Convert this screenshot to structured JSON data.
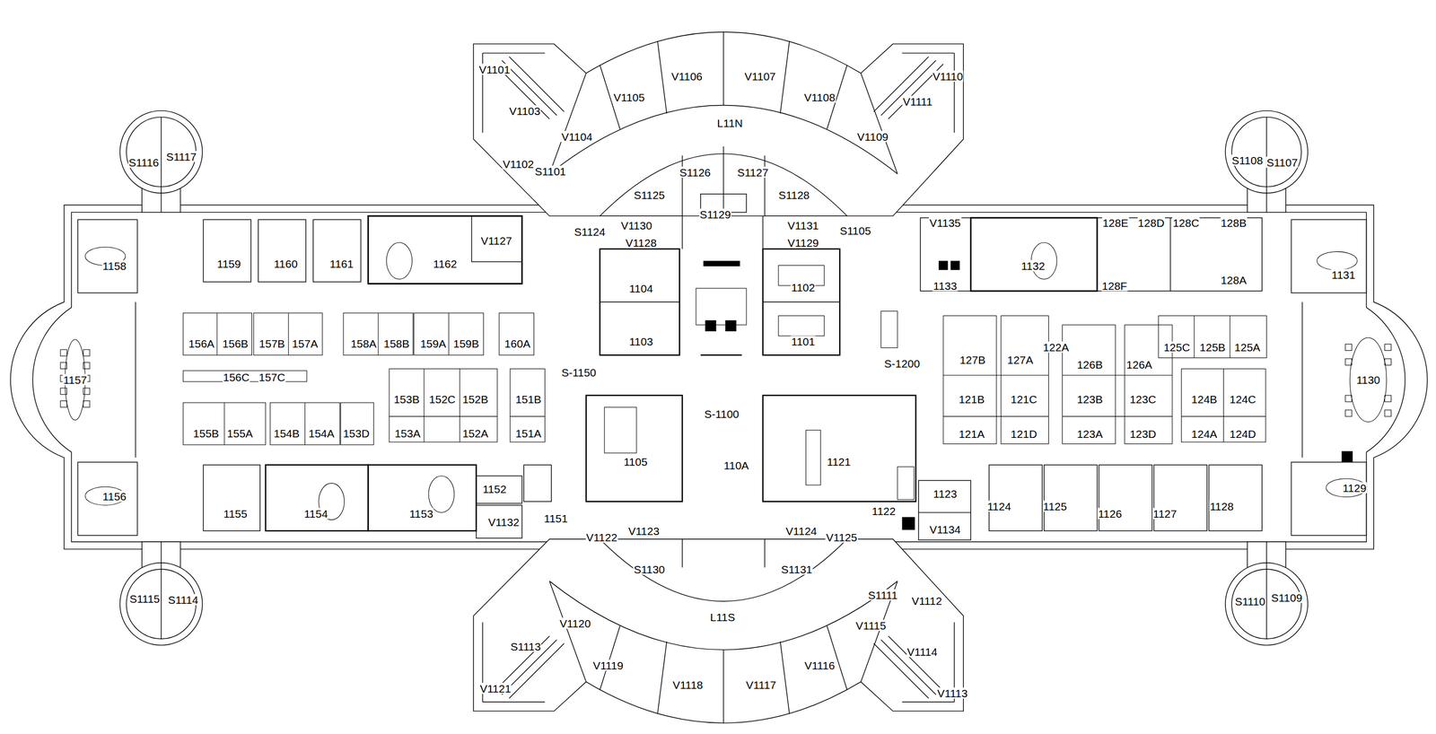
{
  "diagram": {
    "labels": [
      "V1101",
      "V1103",
      "V1102",
      "S1101",
      "V1104",
      "V1105",
      "V1106",
      "V1107",
      "V1108",
      "V1109",
      "V1110",
      "V1111",
      "L11N",
      "S1126",
      "S1127",
      "S1125",
      "S1128",
      "S1129",
      "S1124",
      "V1130",
      "V1128",
      "V1131",
      "V1129",
      "S1105",
      "S1116",
      "S1117",
      "1158",
      "1159",
      "1160",
      "1161",
      "1162",
      "V1127",
      "1157",
      "156A",
      "156B",
      "157B",
      "157A",
      "158A",
      "158B",
      "159A",
      "159B",
      "160A",
      "156C",
      "157C",
      "153B",
      "152C",
      "152B",
      "151B",
      "155B",
      "155A",
      "154B",
      "154A",
      "153D",
      "153A",
      "152A",
      "151A",
      "1156",
      "1155",
      "1154",
      "1153",
      "1152",
      "V1132",
      "1151",
      "S1115",
      "S1114",
      "1104",
      "1103",
      "1102",
      "1101",
      "S-1150",
      "S-1100",
      "S-1200",
      "1105",
      "110A",
      "1121",
      "1122",
      "V1122",
      "V1123",
      "V1124",
      "V1125",
      "S1130",
      "S1131",
      "L11S",
      "V1135",
      "1133",
      "1132",
      "128E",
      "128D",
      "128C",
      "128B",
      "128F",
      "128A",
      "1131",
      "S1108",
      "S1107",
      "127B",
      "127A",
      "122A",
      "126B",
      "126A",
      "125C",
      "125B",
      "125A",
      "1130",
      "121B",
      "121C",
      "123B",
      "123C",
      "124B",
      "124C",
      "121A",
      "121D",
      "123A",
      "123D",
      "124A",
      "124D",
      "1123",
      "V1134",
      "1124",
      "1125",
      "1126",
      "1127",
      "1128",
      "1129",
      "S1110",
      "S1109",
      "V1120",
      "V1119",
      "V1118",
      "V1117",
      "V1116",
      "V1115",
      "S1111",
      "V1112",
      "S1113",
      "V1114",
      "V1121",
      "V1113"
    ]
  }
}
